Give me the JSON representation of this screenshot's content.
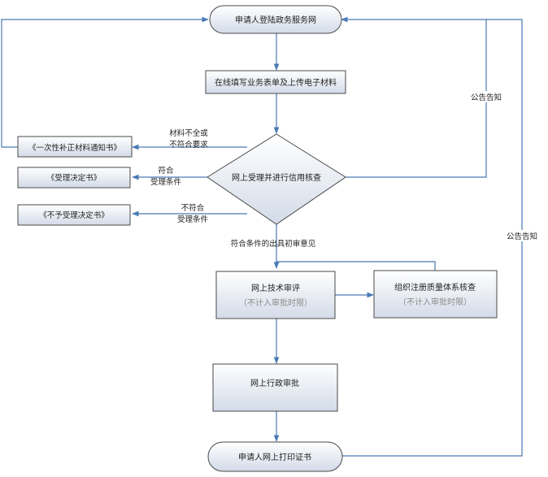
{
  "nodes": {
    "start": "申请人登陆政务服务网",
    "fill_form": "在线填写业务表单及上传电子材料",
    "check": "网上受理并进行信用核查",
    "notice_correction": "《一次性补正材料通知书》",
    "notice_accept": "《受理决定书》",
    "notice_reject": "《不予受理决定书》",
    "tech_review": "网上技术审评",
    "tech_review_note": "（不计入审批时限）",
    "org_check": "组织注册质量体系核查",
    "org_check_note": "（不计入审批时限）",
    "admin_approval": "网上行政审批",
    "end": "申请人网上打印证书"
  },
  "edges": {
    "incomplete_line1": "材料不全或",
    "incomplete_line2": "不符合要求",
    "accept_line1": "符合",
    "accept_line2": "受理条件",
    "reject_line1": "不符合",
    "reject_line2": "受理条件",
    "preliminary": "符合条件的出具初审意见",
    "announce_upper": "公告告知",
    "announce_lower": "公告告知"
  },
  "colors": {
    "node_fill": "#dce3ee",
    "node_stroke": "#4a4a4a",
    "connector": "#4a7ab5"
  }
}
